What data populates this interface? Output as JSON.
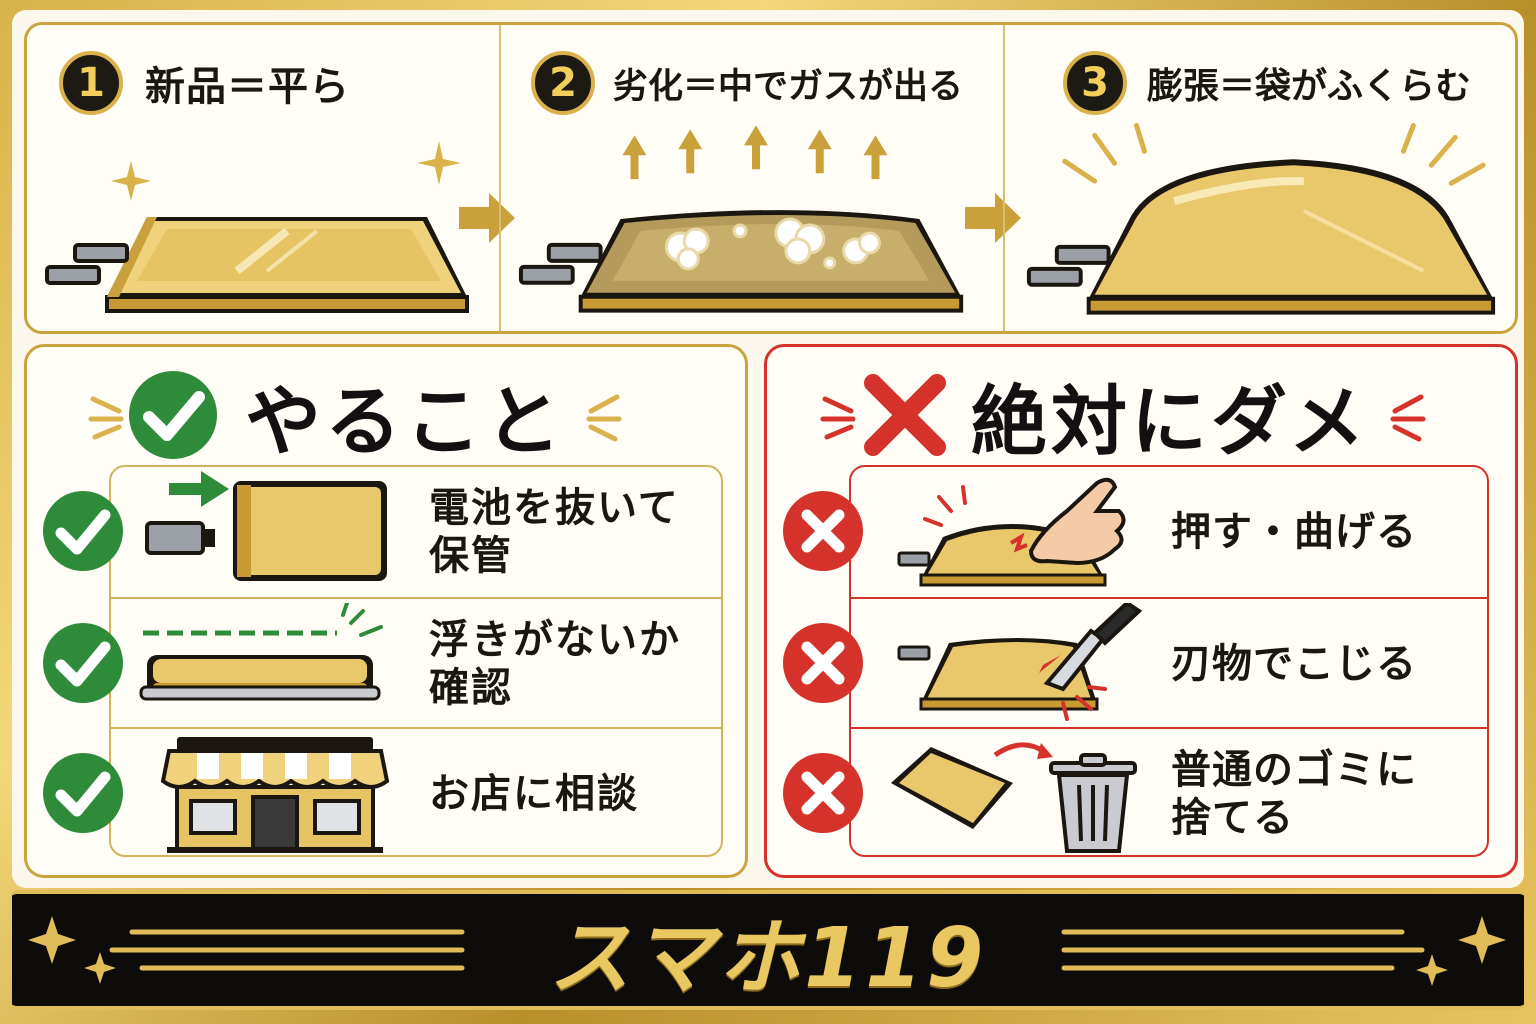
{
  "steps": [
    {
      "number": "1",
      "title": "新品＝平ら"
    },
    {
      "number": "2",
      "title": "劣化＝中でガスが出る"
    },
    {
      "number": "3",
      "title": "膨張＝袋がふくらむ"
    }
  ],
  "do_panel": {
    "title": "やること",
    "items": [
      {
        "label_line1": "電池を抜いて",
        "label_line2": "保管"
      },
      {
        "label_line1": "浮きがないか",
        "label_line2": "確認"
      },
      {
        "label_line1": "お店に相談",
        "label_line2": ""
      }
    ]
  },
  "dont_panel": {
    "title": "絶対にダメ",
    "items": [
      {
        "label_line1": "押す・曲げる",
        "label_line2": ""
      },
      {
        "label_line1": "刃物でこじる",
        "label_line2": ""
      },
      {
        "label_line1": "普通のゴミに",
        "label_line2": "捨てる"
      }
    ]
  },
  "banner": {
    "title": "スマホ119"
  },
  "colors": {
    "gold": "#d9b24b",
    "battery_fill": "#e8c86a",
    "ok_green": "#2e8b3a",
    "ng_red": "#d4322a",
    "dark": "#1b1710",
    "panel_bg": "#fffdf6"
  },
  "icons": {
    "do_header": "check-circle-icon",
    "dont_header": "cross-mark-icon",
    "do_rows": "check-circle-icon",
    "dont_rows": "cross-circle-icon"
  }
}
